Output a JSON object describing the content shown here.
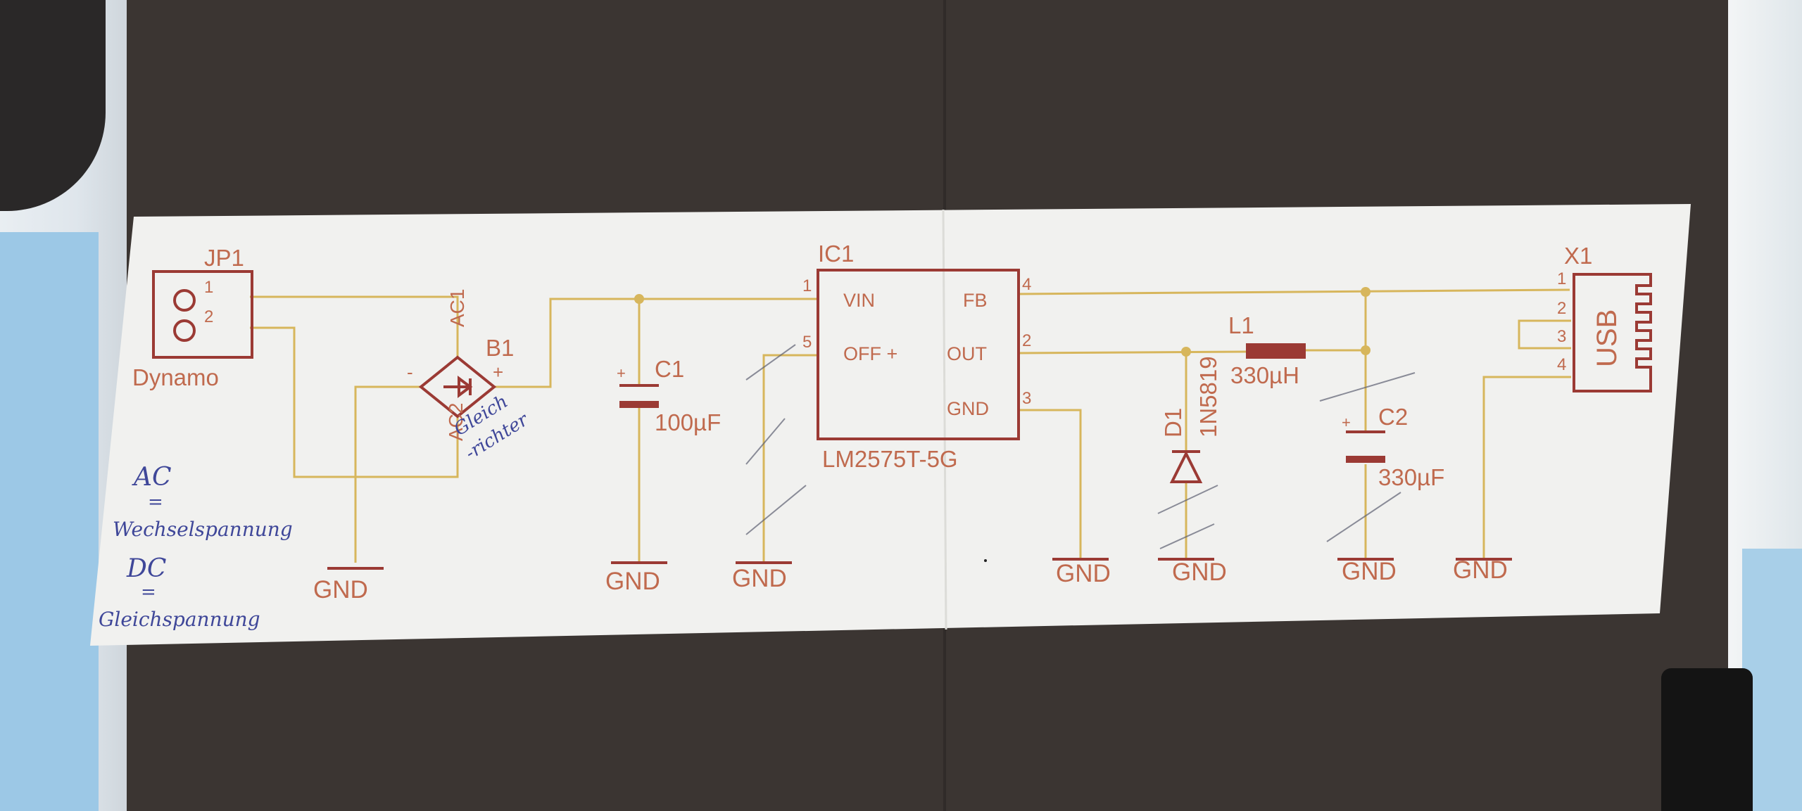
{
  "connector": {
    "ref": "JP1",
    "value": "Dynamo",
    "pin1": "1",
    "pin2": "2"
  },
  "rectifier": {
    "ref": "B1",
    "ac1": "AC1",
    "ac2": "AC2",
    "minus": "-",
    "plus": "+"
  },
  "ic": {
    "ref": "IC1",
    "value": "LM2575T-5G",
    "vin": "VIN",
    "off": "OFF +",
    "fb": "FB",
    "out": "OUT",
    "gnd": "GND",
    "pin1": "1",
    "pin5": "5",
    "pin4": "4",
    "pin2": "2",
    "pin3": "3"
  },
  "c1": {
    "ref": "C1",
    "value": "100µF",
    "plus": "+"
  },
  "c2": {
    "ref": "C2",
    "value": "330µF",
    "plus": "+"
  },
  "d1": {
    "ref": "D1",
    "value": "1N5819"
  },
  "l1": {
    "ref": "L1",
    "value": "330µH"
  },
  "usb": {
    "ref": "X1",
    "label": "USB",
    "pin1": "1",
    "pin2": "2",
    "pin3": "3",
    "pin4": "4"
  },
  "ground_label": "GND",
  "handwriting": {
    "rectifier_note": [
      "Gleich",
      "-richter"
    ],
    "legend": [
      "AC",
      "=",
      "Wechselspannung",
      "DC",
      "=",
      "Gleichspannung"
    ]
  },
  "colors": {
    "wire": "#d7b65c",
    "symbol": "#9b3a34",
    "text": "#c06a4e",
    "paper": "#f1f1ef",
    "pen": "#3f4799"
  }
}
